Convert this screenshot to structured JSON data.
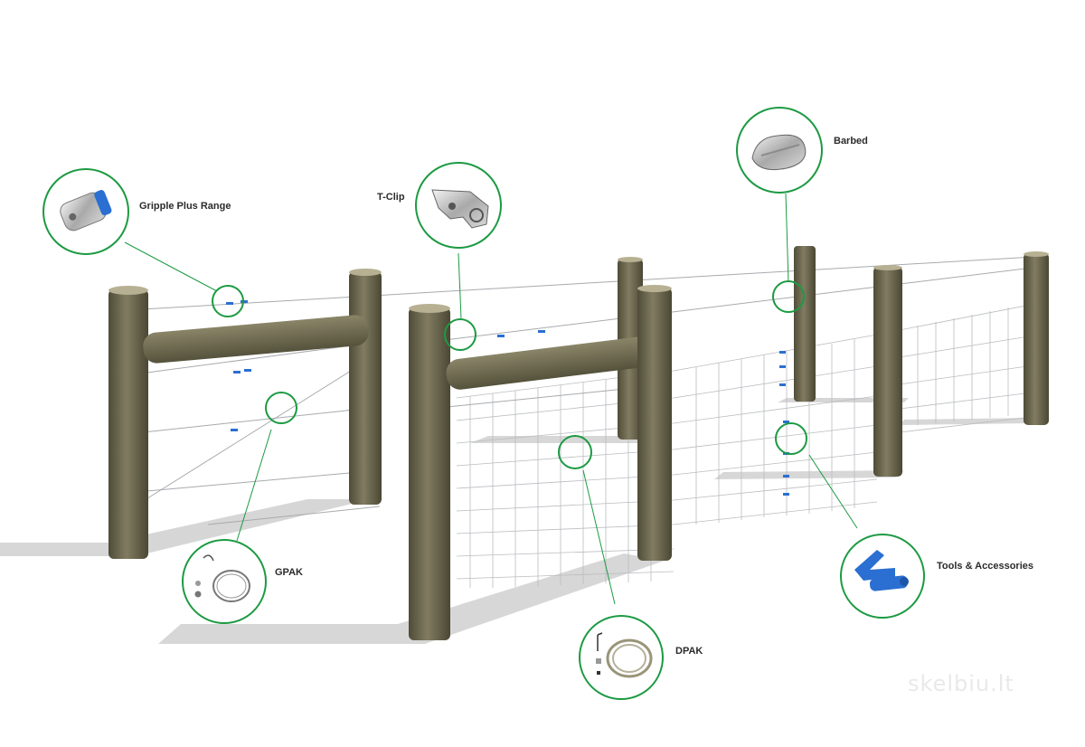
{
  "callouts": {
    "gripple_plus": {
      "label": "Gripple Plus Range"
    },
    "tclip": {
      "label": "T-Clip"
    },
    "barbed": {
      "label": "Barbed"
    },
    "gpak": {
      "label": "GPAK"
    },
    "dpak": {
      "label": "DPAK"
    },
    "tools": {
      "label": "Tools & Accessories"
    }
  },
  "watermark": "skelbiu.lt",
  "colors": {
    "callout_ring": "#1c9a42",
    "post_wood": "#6f6b52",
    "gripple_blue": "#2a6fd1"
  }
}
